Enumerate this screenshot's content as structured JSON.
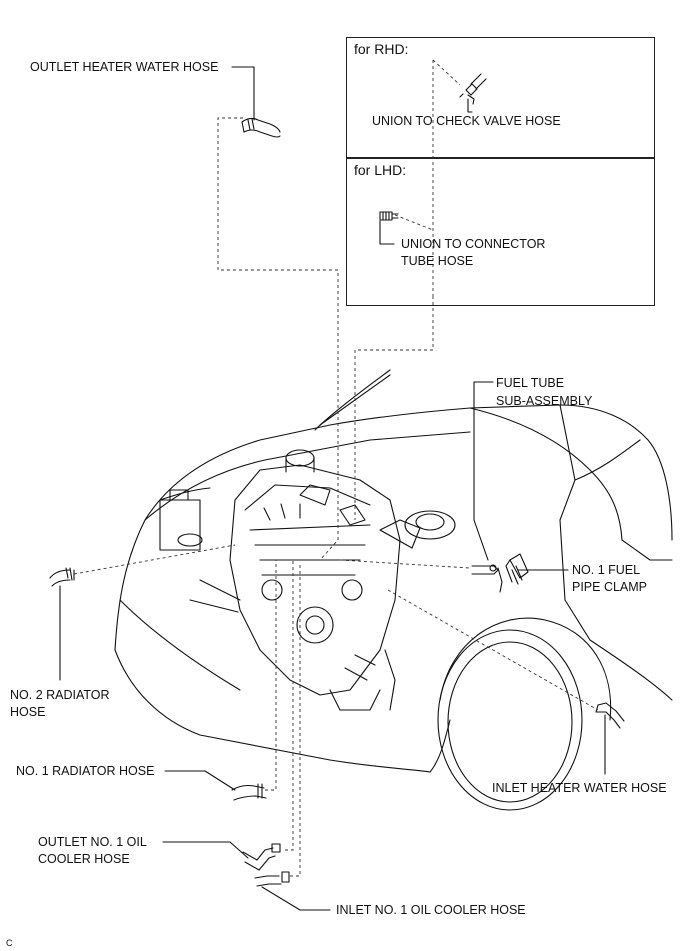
{
  "figure": {
    "corner_mark": "C"
  },
  "insets": {
    "rhd": {
      "title": "for RHD:",
      "part_label": "UNION TO CHECK VALVE HOSE"
    },
    "lhd": {
      "title": "for LHD:",
      "part_label_line1": "UNION TO CONNECTOR",
      "part_label_line2": "TUBE HOSE"
    }
  },
  "labels": {
    "outlet_heater_water_hose": "OUTLET HEATER WATER HOSE",
    "fuel_tube_line1": "FUEL TUBE",
    "fuel_tube_line2": "SUB-ASSEMBLY",
    "no1_fuel_pipe_clamp_line1": "NO. 1 FUEL",
    "no1_fuel_pipe_clamp_line2": "PIPE CLAMP",
    "no2_radiator_hose_line1": "NO. 2 RADIATOR",
    "no2_radiator_hose_line2": "HOSE",
    "no1_radiator_hose": "NO. 1 RADIATOR HOSE",
    "inlet_heater_water_hose": "INLET HEATER WATER HOSE",
    "outlet_no1_oil_cooler_hose_line1": "OUTLET NO. 1 OIL",
    "outlet_no1_oil_cooler_hose_line2": "COOLER HOSE",
    "inlet_no1_oil_cooler_hose": "INLET NO. 1 OIL COOLER HOSE"
  },
  "colors": {
    "line": "#111111",
    "background": "#ffffff"
  }
}
